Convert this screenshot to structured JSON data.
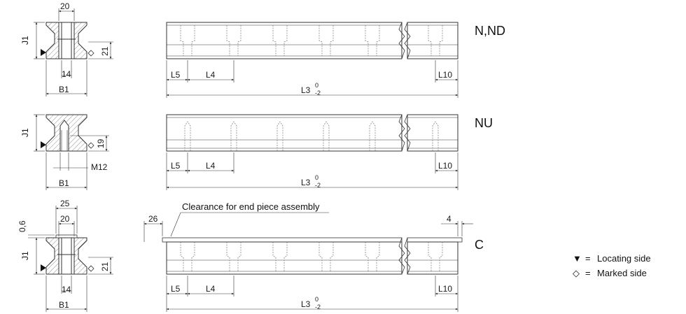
{
  "variants": [
    {
      "name": "N,ND",
      "dims": {
        "top": "20",
        "height": "J1",
        "side": "21",
        "bottom": "14",
        "width": "B1",
        "l_start": "L5",
        "l_pitch": "L4",
        "l_end": "L10",
        "l_total": "L3",
        "tol_upper": "0",
        "tol_lower": "-2"
      }
    },
    {
      "name": "NU",
      "dims": {
        "height": "J1",
        "side": "19",
        "thread": "M12",
        "width": "B1",
        "l_start": "L5",
        "l_pitch": "L4",
        "l_end": "L10",
        "l_total": "L3",
        "tol_upper": "0",
        "tol_lower": "-2"
      }
    },
    {
      "name": "C",
      "dims": {
        "top_outer": "25",
        "top": "20",
        "gap": "0,6",
        "height": "J1",
        "side": "21",
        "bottom": "14",
        "width": "B1",
        "l_start": "L5",
        "l_pitch": "L4",
        "l_end": "L10",
        "l_total": "L3",
        "tol_upper": "0",
        "tol_lower": "-2",
        "clear_left": "26",
        "clear_right": "4",
        "note": "Clearance for end piece assembly"
      }
    }
  ],
  "legend": [
    {
      "symbol": "▼",
      "eq": "=",
      "text": "Locating side"
    },
    {
      "symbol": "◇",
      "eq": "=",
      "text": "Marked side"
    }
  ]
}
